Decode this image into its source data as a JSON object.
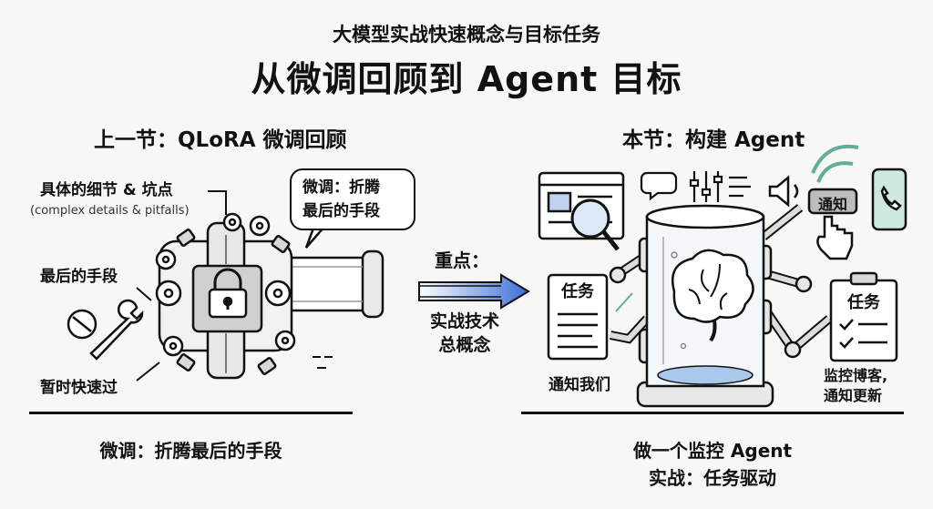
{
  "header": {
    "supertitle": "大模型实战快速概念与目标任务",
    "title": "从微调回顾到 Agent 目标"
  },
  "left": {
    "section_title": "上一节：QLoRA 微调回顾",
    "detail_label": "具体的细节 & 坑点",
    "detail_sub": "(complex details & pitfalls)",
    "bubble_line1": "微调：折腾",
    "bubble_line2": "最后的手段",
    "last_resort": "最后的手段",
    "skip_quick": "暂时快速过",
    "footer": "微调：折腾最后的手段"
  },
  "middle": {
    "key_label": "重点：",
    "focus_line1": "实战技术",
    "focus_line2": "总概念"
  },
  "right": {
    "section_title": "本节：构建 Agent",
    "task_card_left": "任务",
    "notify_us": "通知我们",
    "notify_chip": "通知",
    "task_card_right": "任务",
    "monitor_line1": "监控博客,",
    "monitor_line2": "通知更新",
    "footer_line1": "做一个监控 Agent",
    "footer_line2": "实战：任务驱动"
  },
  "colors": {
    "arrow_start": "#ffffff",
    "arrow_end": "#3b6fd6",
    "accent_green": "#5fae9a",
    "accent_blue": "#a9c8ec"
  }
}
